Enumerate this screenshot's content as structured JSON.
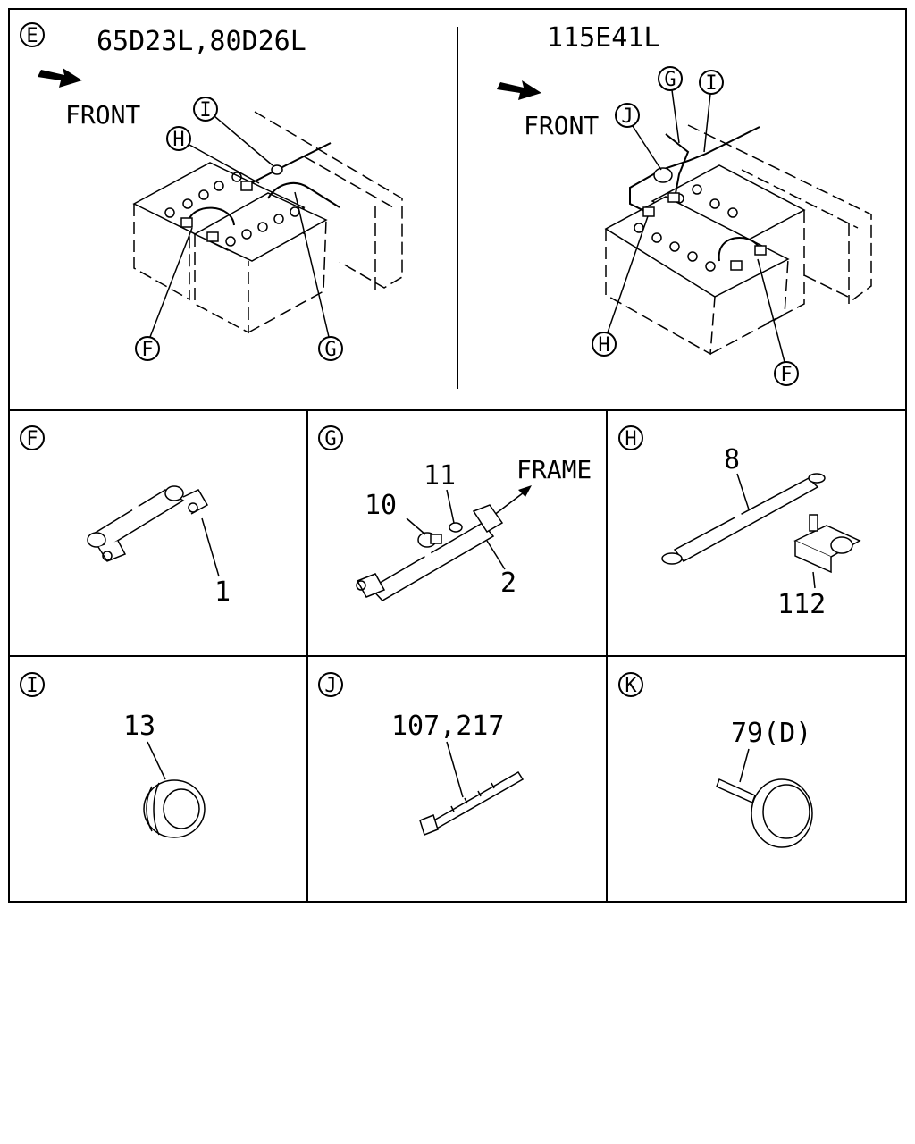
{
  "top_left": {
    "section_letter": "E",
    "title": "65D23L,80D26L",
    "front_label": "FRONT",
    "callouts": [
      "I",
      "H",
      "F",
      "G"
    ]
  },
  "top_right": {
    "title": "115E41L",
    "front_label": "FRONT",
    "callouts": [
      "G",
      "I",
      "J",
      "H",
      "F"
    ]
  },
  "panels": [
    {
      "letter": "F",
      "parts": [
        "1"
      ]
    },
    {
      "letter": "G",
      "parts": [
        "10",
        "11",
        "2"
      ],
      "extra_label": "FRAME"
    },
    {
      "letter": "H",
      "parts": [
        "8",
        "112"
      ]
    },
    {
      "letter": "I",
      "parts": [
        "13"
      ]
    },
    {
      "letter": "J",
      "parts": [
        "107,217"
      ]
    },
    {
      "letter": "K",
      "parts": [
        "79(D)"
      ]
    }
  ]
}
